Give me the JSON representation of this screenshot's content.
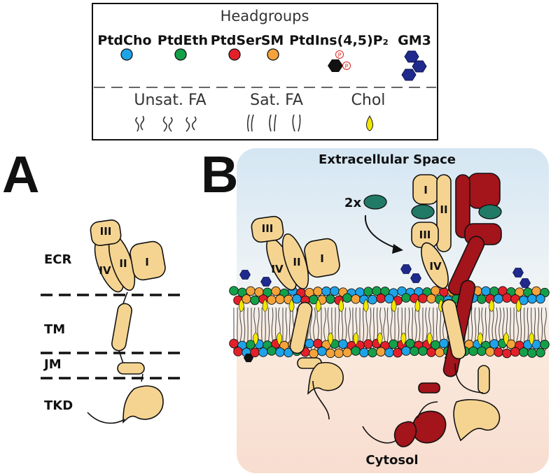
{
  "legend": {
    "title": "Headgroups",
    "headgroups": [
      {
        "label": "PtdCho",
        "color": "#1fa3e8"
      },
      {
        "label": "PtdEth",
        "color": "#14a04a"
      },
      {
        "label": "PtdSer",
        "color": "#e3202a"
      },
      {
        "label": "SM",
        "color": "#f4a33a"
      },
      {
        "label": "PtdIns(4,5)P₂",
        "color": "#111111"
      },
      {
        "label": "GM3",
        "color": "#1f2a8c"
      }
    ],
    "phosphate_marker": "P",
    "lipids": [
      {
        "label": "Unsat. FA"
      },
      {
        "label": "Sat. FA"
      },
      {
        "label": "Chol",
        "color": "#f2e600"
      }
    ]
  },
  "panel_a": {
    "letter": "A",
    "regions": [
      "ECR",
      "TM",
      "JM",
      "TKD"
    ],
    "domains": [
      "I",
      "II",
      "III",
      "IV"
    ]
  },
  "panel_b": {
    "letter": "B",
    "extracellular_label": "Extracellular Space",
    "cytosol_label": "Cytosol",
    "ligand_label": "2x",
    "domains": [
      "I",
      "II",
      "III",
      "IV"
    ],
    "colors": {
      "receptor": "#f5d492",
      "dimer_partner": "#a3141b",
      "ligand": "#217a66",
      "bg_top": "#d8e9f4",
      "bg_bottom": "#f8e1d4"
    }
  }
}
